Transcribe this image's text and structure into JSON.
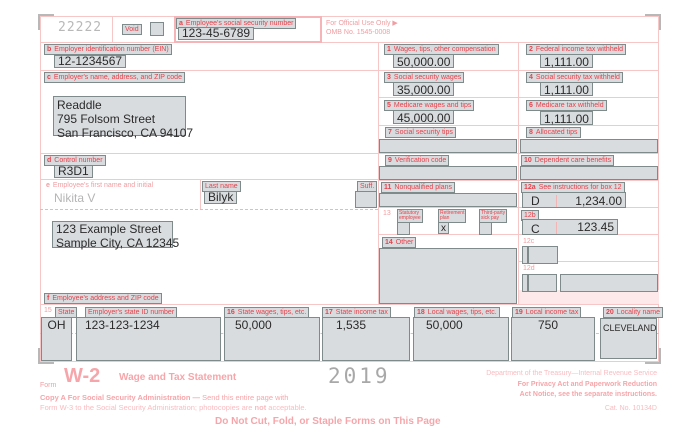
{
  "form": {
    "code": "22222",
    "void_label": "Void",
    "official_use": "For Official Use Only ▶",
    "omb": "OMB No. 1545-0008",
    "form_word": "Form",
    "form_name": "W-2",
    "form_title": "Wage and Tax Statement",
    "year": "2019",
    "copy_bold": "Copy A For Social Security Administration —",
    "copy_rest": " Send this entire page with",
    "copy_line2_a": "Form W-3 to the Social Security Administration; photocopies are ",
    "copy_line2_not": "not",
    "copy_line2_b": " acceptable.",
    "do_not_cut": "Do Not Cut, Fold, or Staple Forms on This Page",
    "treasury": "Department of the Treasury—Internal Revenue Service",
    "privacy1": "For Privacy Act and Paperwork Reduction",
    "privacy2": "Act Notice, see the separate instructions.",
    "cat_no": "Cat. No. 10134D"
  },
  "fields": {
    "a": {
      "num": "a",
      "label": "Employee's social security number",
      "value": "123-45-6789"
    },
    "b": {
      "num": "b",
      "label": "Employer identification number (EIN)",
      "value": "12-1234567"
    },
    "c": {
      "num": "c",
      "label": "Employer's name, address, and ZIP code",
      "lines": [
        "Readdle",
        "795 Folsom Street",
        "San Francisco, CA 94107"
      ]
    },
    "d": {
      "num": "d",
      "label": "Control number",
      "value": "R3D1"
    },
    "e": {
      "num": "e",
      "label": "Employee's first name and initial",
      "value": "Nikita V"
    },
    "last_name": {
      "label": "Last name",
      "value": "Bilyk"
    },
    "suff": {
      "label": "Suff.",
      "value": ""
    },
    "f": {
      "num": "f",
      "label": "Employee's address and ZIP code",
      "lines": [
        "123 Example Street",
        "Sample City, CA 12345"
      ]
    },
    "box1": {
      "num": "1",
      "label": "Wages, tips, other compensation",
      "value": "50,000.00"
    },
    "box2": {
      "num": "2",
      "label": "Federal income tax withheld",
      "value": "1,111.00"
    },
    "box3": {
      "num": "3",
      "label": "Social security wages",
      "value": "35,000.00"
    },
    "box4": {
      "num": "4",
      "label": "Social security tax withheld",
      "value": "1,111.00"
    },
    "box5": {
      "num": "5",
      "label": "Medicare wages and tips",
      "value": "45,000.00"
    },
    "box6": {
      "num": "6",
      "label": "Medicare tax withheld",
      "value": "1,111.00"
    },
    "box7": {
      "num": "7",
      "label": "Social security tips",
      "value": ""
    },
    "box8": {
      "num": "8",
      "label": "Allocated tips",
      "value": ""
    },
    "box9": {
      "num": "9",
      "label": "Verification code",
      "value": ""
    },
    "box10": {
      "num": "10",
      "label": "Dependent care benefits",
      "value": ""
    },
    "box11": {
      "num": "11",
      "label": "Nonqualified plans",
      "value": ""
    },
    "box12a": {
      "num": "12a",
      "label": "See instructions for box 12",
      "code": "D",
      "value": "1,234.00"
    },
    "box12b": {
      "num": "12b",
      "code": "C",
      "value": "123.45"
    },
    "box12c": {
      "num": "12c",
      "code": "",
      "value": ""
    },
    "box12d": {
      "num": "12d",
      "code": "",
      "value": ""
    },
    "box13": {
      "num": "13",
      "statutory": {
        "label1": "Statutory",
        "label2": "employee",
        "checked": ""
      },
      "retirement": {
        "label1": "Retirement",
        "label2": "plan",
        "checked": "x"
      },
      "sick_pay": {
        "label1": "Third-party",
        "label2": "sick pay",
        "checked": ""
      }
    },
    "box14": {
      "num": "14",
      "label": "Other",
      "value": ""
    },
    "box15": {
      "num": "15",
      "state_label": "State",
      "id_label": "Employer's state ID number",
      "state": "OH",
      "id": "123-123-1234"
    },
    "box16": {
      "num": "16",
      "label": "State wages, tips, etc.",
      "value": "50,000"
    },
    "box17": {
      "num": "17",
      "label": "State income tax",
      "value": "1,535"
    },
    "box18": {
      "num": "18",
      "label": "Local wages, tips, etc.",
      "value": "50,000"
    },
    "box19": {
      "num": "19",
      "label": "Local income tax",
      "value": "750"
    },
    "box20": {
      "num": "20",
      "label": "Locality name",
      "value": "CLEVELAND"
    }
  }
}
